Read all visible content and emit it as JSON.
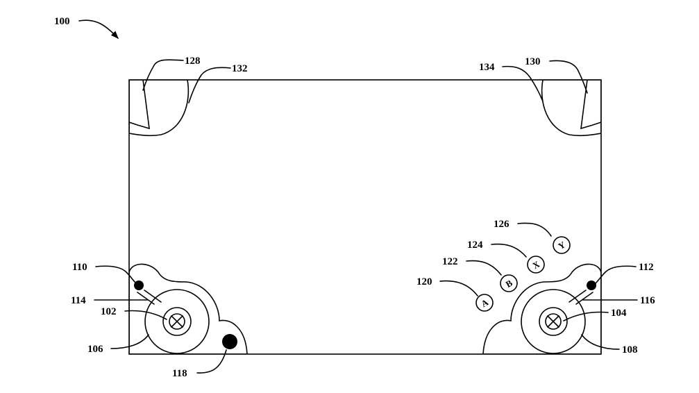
{
  "figure": {
    "refs": {
      "r100": "100",
      "r102": "102",
      "r104": "104",
      "r106": "106",
      "r108": "108",
      "r110": "110",
      "r112": "112",
      "r114": "114",
      "r116": "116",
      "r118": "118",
      "r120": "120",
      "r122": "122",
      "r124": "124",
      "r126": "126",
      "r128": "128",
      "r130": "130",
      "r132": "132",
      "r134": "134"
    },
    "buttons": {
      "a": "A",
      "b": "B",
      "x": "X",
      "y": "Y"
    }
  }
}
